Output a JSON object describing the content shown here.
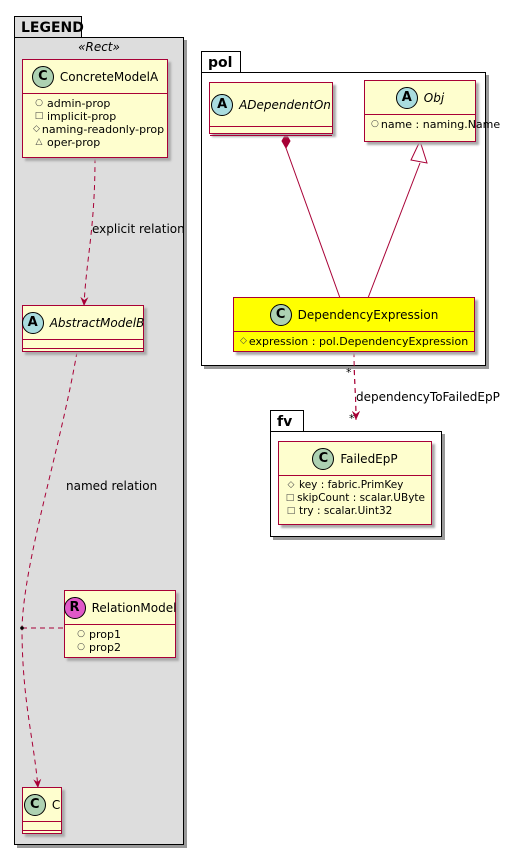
{
  "packages": {
    "legend": {
      "name": "LEGEND",
      "stereotype": "«Rect»"
    },
    "pol": {
      "name": "pol"
    },
    "fv": {
      "name": "fv"
    }
  },
  "classes": {
    "concrete_model_a": {
      "badge": "C",
      "name": "ConcreteModelA",
      "attributes": [
        {
          "vis": "○",
          "text": "admin-prop"
        },
        {
          "vis": "□",
          "text": "implicit-prop"
        },
        {
          "vis": "◇",
          "text": "naming-readonly-prop"
        },
        {
          "vis": "△",
          "text": "oper-prop"
        }
      ]
    },
    "abstract_model_b": {
      "badge": "A",
      "name": "AbstractModelB"
    },
    "relation_model": {
      "badge": "R",
      "name": "RelationModel",
      "attributes": [
        {
          "vis": "○",
          "text": "prop1"
        },
        {
          "vis": "○",
          "text": "prop2"
        }
      ]
    },
    "c": {
      "badge": "C",
      "name": "C"
    },
    "a_dependent_on": {
      "badge": "A",
      "name": "ADependentOn"
    },
    "obj": {
      "badge": "A",
      "name": "Obj",
      "attributes": [
        {
          "vis": "○",
          "text": "name : naming.Name"
        }
      ]
    },
    "dependency_expression": {
      "badge": "C",
      "name": "DependencyExpression",
      "attributes": [
        {
          "vis": "◇",
          "text": "expression : pol.DependencyExpression"
        }
      ]
    },
    "failed_ep_p": {
      "badge": "C",
      "name": "FailedEpP",
      "attributes": [
        {
          "vis": "◇",
          "text": "key : fabric.PrimKey"
        },
        {
          "vis": "□",
          "text": "skipCount : scalar.UByte"
        },
        {
          "vis": "□",
          "text": "try : scalar.Uint32"
        }
      ]
    }
  },
  "relations": {
    "explicit": {
      "label": "explicit relation"
    },
    "named": {
      "label": "named relation"
    },
    "dependency_to_failed": {
      "label": "dependencyToFailedEpP",
      "source_mult": "*",
      "target_mult": "*"
    }
  },
  "colors": {
    "class_fill": "#fefece",
    "class_border": "#a80036",
    "highlight_fill": "#ffff00",
    "package_gray": "#dddddd",
    "badge_class": "#add1b2",
    "badge_abstract": "#a9dcdf",
    "badge_relation": "#e058c8"
  }
}
